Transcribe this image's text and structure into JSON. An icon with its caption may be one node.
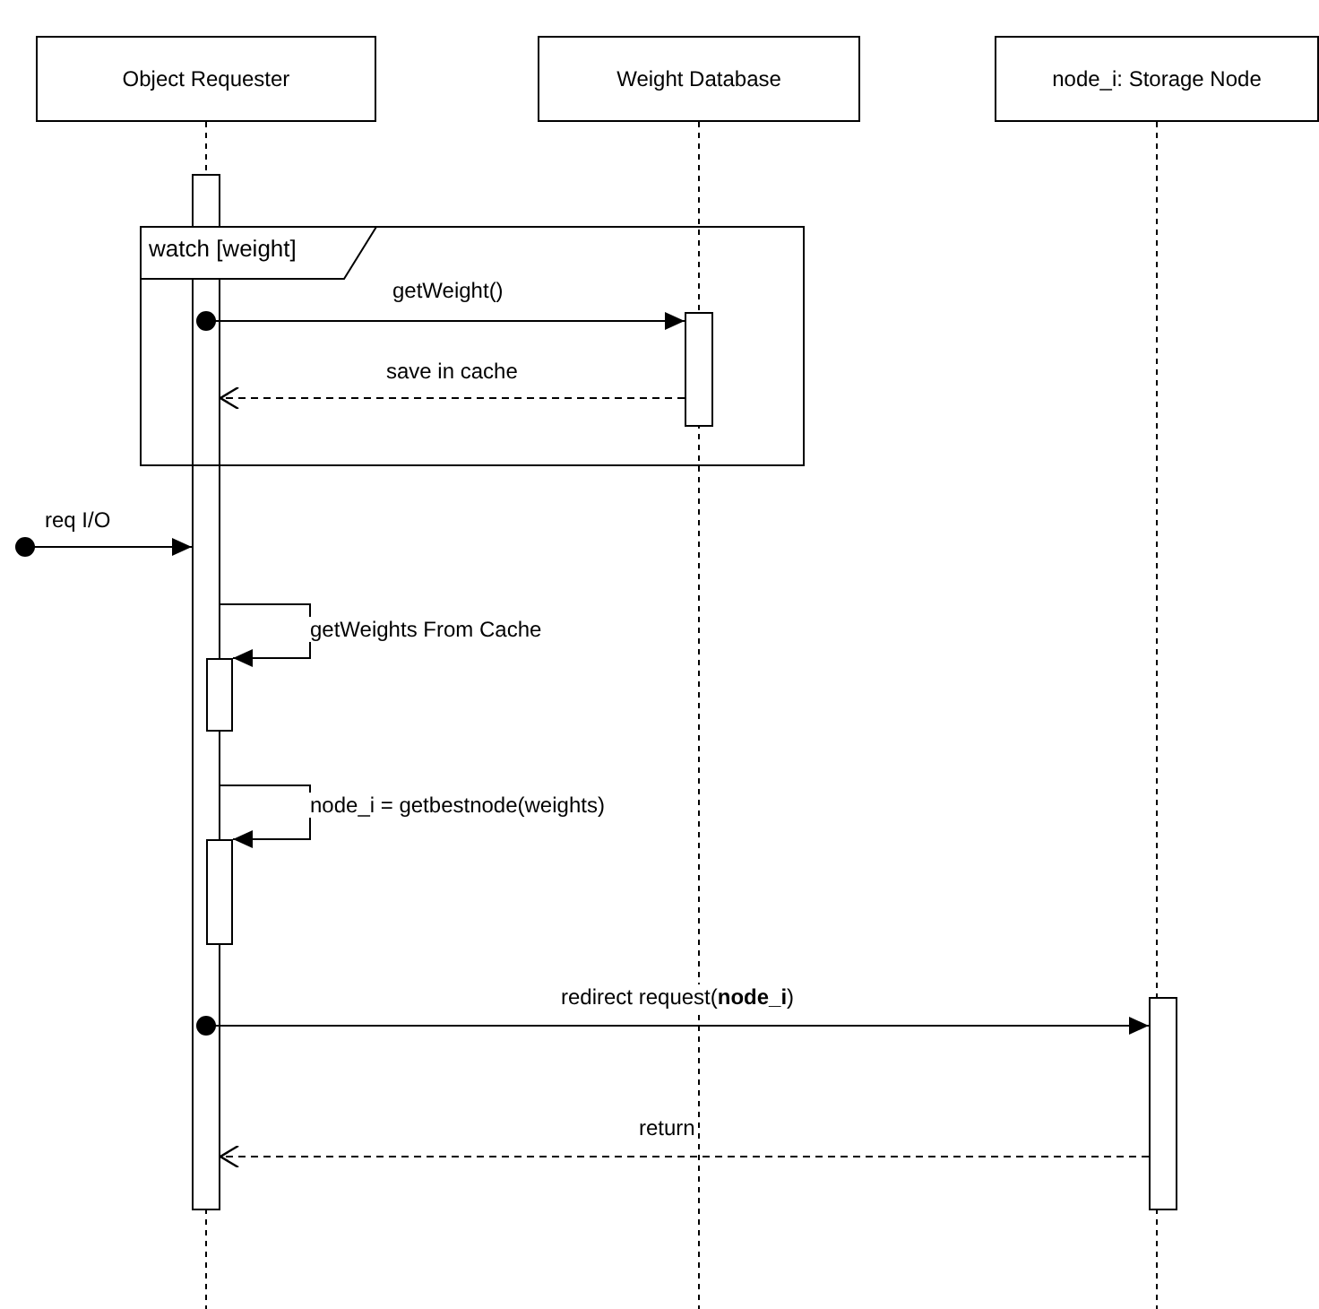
{
  "diagram": {
    "nodes": [
      {
        "text": [
          "Object Requester"
        ]
      },
      {
        "text": [
          "Weight Database"
        ]
      },
      {
        "text": [
          "node_i: Storage Node"
        ]
      },
      {
        "text": [],
        "shape": "bar"
      },
      {
        "text": [
          "watch [weight]"
        ]
      },
      {
        "text": [],
        "shape": "bar",
        "in": 4
      },
      {
        "text": [],
        "shape": "bar"
      },
      {
        "text": [],
        "shape": "bar"
      },
      {
        "text": [],
        "shape": "bar"
      }
    ],
    "edges": [
      {
        "from": 3,
        "to": 5,
        "arrow": "to",
        "label": "getWeight()"
      },
      {
        "from": 5,
        "to": 3,
        "arrow": "to",
        "label": "save in cache",
        "style": "dashed"
      },
      {
        "from": null,
        "to": 3,
        "arrow": "to",
        "label": "req I/O"
      },
      {
        "from": 3,
        "to": 6,
        "arrow": "to",
        "label": "getWeights From Cache"
      },
      {
        "from": 3,
        "to": 7,
        "arrow": "to",
        "label": "node_i = getbestnode(weights)"
      },
      {
        "from": 3,
        "to": 8,
        "arrow": "to",
        "label": "redirect request(**node_i**)"
      },
      {
        "from": 8,
        "to": 3,
        "arrow": "to",
        "label": "return",
        "style": "dashed"
      }
    ]
  }
}
